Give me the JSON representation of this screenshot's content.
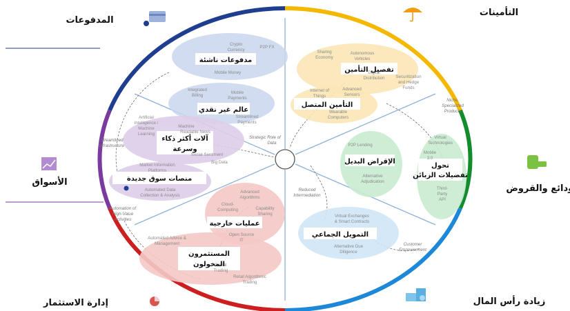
{
  "sectors": {
    "insurance": "التأمينات",
    "deposits_lending": "الودائع والقروض",
    "capital_raising": "زيادة رأس المال",
    "investment_management": "إدارة الاستثمار",
    "markets": "الأسواق",
    "payments": "المدفوعات"
  },
  "clusters": {
    "emerging_payments": {
      "title": "مدفوعات ناشئة",
      "items": [
        "Crypto Currency",
        "P2P FX",
        "Mobile Money"
      ]
    },
    "cashless_world": {
      "title": "عالم غير نقدي",
      "items": [
        "Integrated Billing",
        "Mobile Payments",
        "Streamlined Payments"
      ]
    },
    "insurance_disaggregation": {
      "title": "تفصيل التأمين",
      "items": [
        "Sharing Economy",
        "Autonomous Vehicles",
        "Digital Distribution",
        "Securitization and Hedge Funds"
      ]
    },
    "connected_insurance": {
      "title": "التأمين المتصل",
      "items": [
        "Internet of Things",
        "Advanced Sensors",
        "Wearable Computers"
      ]
    },
    "smarter_machines": {
      "title": "آلات أكثر ذكاء وسرعة",
      "items": [
        "Artificial Intelligence / Machine Learning",
        "Machine Readable News",
        "Social Sentiment",
        "Big Data"
      ]
    },
    "new_market_platforms": {
      "title": "منصات سوق جديدة",
      "items": [
        "Market Information Platforms",
        "Automated Data Collection & Analysis"
      ]
    },
    "alternative_lending": {
      "title": "الإقراض البديل",
      "items": [
        "P2P Lending",
        "Alternative Adjudication"
      ]
    },
    "shifting_preferences": {
      "title": "تحول تفضيلات الزبائن",
      "items": [
        "Virtual Technologies",
        "Mobile 3.0",
        "Third-Party API"
      ]
    },
    "crowdfunding": {
      "title": "التمويل الجماعي",
      "items": [
        "Virtual Exchanges & Smart Contracts",
        "Alternative Due Diligence"
      ]
    },
    "externalisation": {
      "title": "عمليات خارجية",
      "items": [
        "Advanced Algorithms",
        "Cloud-Computing",
        "Capability Sharing",
        "Open Source IT"
      ]
    },
    "empowered_investors": {
      "title": "المستثمرون المخولون",
      "items": [
        "Automated Advice & Management",
        "Social Trading",
        "Retail Algorithmic Trading"
      ]
    }
  },
  "themes": {
    "streamlined_infrastructure": "Streamlined Infrastructure",
    "strategic_role_of_data": "Strategic Role of Data",
    "niche_products": "Niche, Specialized Products",
    "reduced_intermediation": "Reduced Intermediation",
    "customer_empowerment": "Customer Empowerment",
    "automation": "Automation of High-Value Activities"
  },
  "colors": {
    "insurance": "#f5b800",
    "deposits": "#128c2c",
    "capital": "#1e88d8",
    "investment": "#cc1f1f",
    "markets": "#7a3a9e",
    "payments": "#1f3e8f"
  },
  "icons": [
    "umbrella-icon",
    "money-hand-icon",
    "coins-stack-icon",
    "pie-chart-icon",
    "bar-chart-icon",
    "credit-card-icon"
  ]
}
